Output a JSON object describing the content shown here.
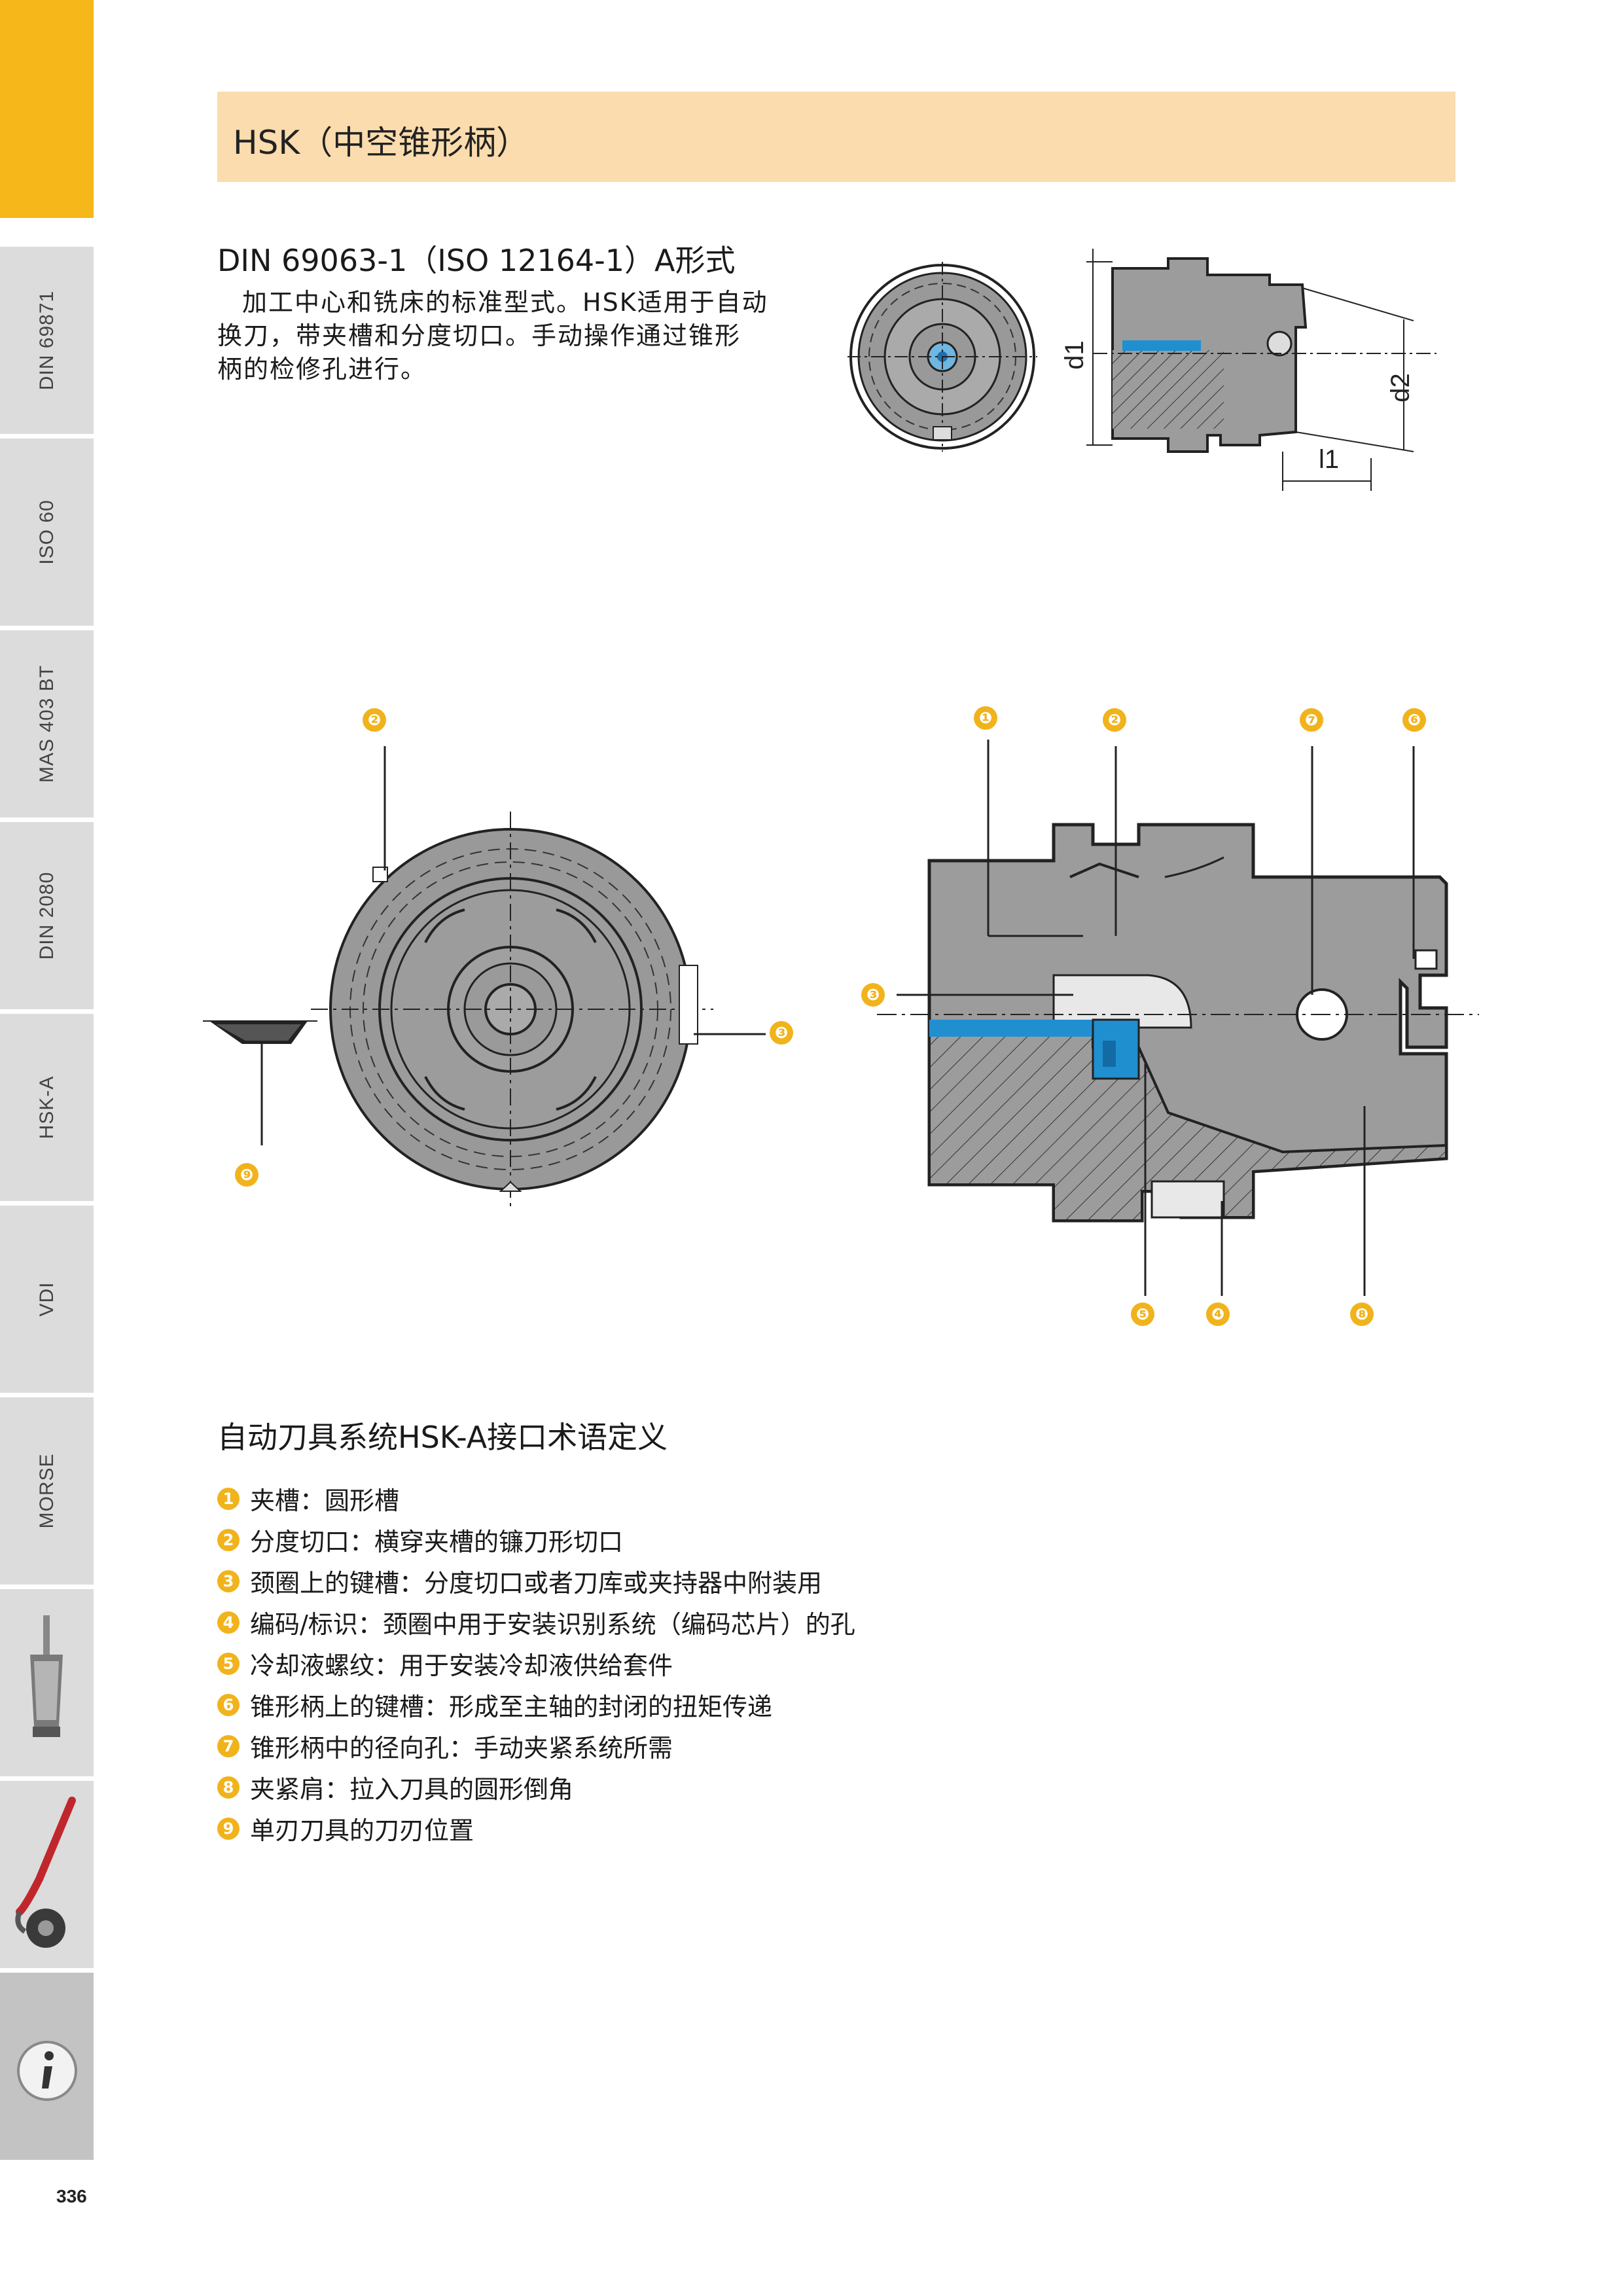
{
  "header": {
    "title": "HSK（中空锥形柄）"
  },
  "sidebar": {
    "tabs": [
      {
        "label": "DIN 69871"
      },
      {
        "label": "ISO 60"
      },
      {
        "label": "MAS 403 BT"
      },
      {
        "label": "DIN 2080"
      },
      {
        "label": "HSK-A"
      },
      {
        "label": "VDI"
      },
      {
        "label": "MORSE"
      }
    ],
    "icons": [
      "drill-chuck-icon",
      "wrench-nut-icon",
      "info-icon"
    ]
  },
  "page_number": "336",
  "section": {
    "title": "DIN 69063-1（ISO 12164-1）A形式",
    "description_lines": [
      "加工中心和铣床的标准型式。HSK适用于自动",
      "换刀，带夹槽和分度切口。手动操作通过锥形",
      "柄的检修孔进行。"
    ]
  },
  "dimensions": {
    "d1": "d1",
    "d2": "d2",
    "l1": "l1"
  },
  "callouts": [
    "❶",
    "❷",
    "❸",
    "❹",
    "❺",
    "❻",
    "❼",
    "❽",
    "❾"
  ],
  "terms": {
    "title": "自动刀具系统HSK-A接口术语定义",
    "items": [
      {
        "num": "1",
        "text": "夹槽：圆形槽"
      },
      {
        "num": "2",
        "text": "分度切口：横穿夹槽的镰刀形切口"
      },
      {
        "num": "3",
        "text": "颈圈上的键槽：分度切口或者刀库或夹持器中附装用"
      },
      {
        "num": "4",
        "text": "编码/标识：颈圈中用于安装识别系统（编码芯片）的孔"
      },
      {
        "num": "5",
        "text": "冷却液螺纹：用于安装冷却液供给套件"
      },
      {
        "num": "6",
        "text": "锥形柄上的键槽：形成至主轴的封闭的扭矩传递"
      },
      {
        "num": "7",
        "text": "锥形柄中的径向孔：手动夹紧系统所需"
      },
      {
        "num": "8",
        "text": "夹紧肩：拉入刀具的圆形倒角"
      },
      {
        "num": "9",
        "text": "单刃刀具的刀刃位置"
      }
    ]
  },
  "colors": {
    "accent": "#f6b71a",
    "header_band": "#fbdcae",
    "coolant_blue": "#1f8fd0",
    "part_gray": "#9a9a9a"
  }
}
